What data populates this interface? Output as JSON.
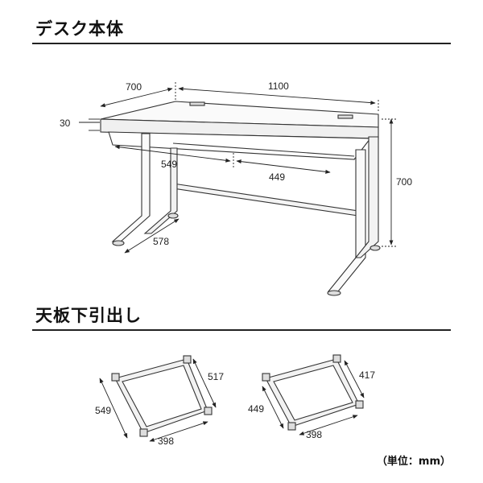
{
  "sections": {
    "desk_title": "デスク本体",
    "drawer_title": "天板下引出し"
  },
  "desk_dims": {
    "depth": "700",
    "width": "1100",
    "top_thickness": "30",
    "height": "700",
    "inner_left": "549",
    "inner_right": "449",
    "leg_depth": "578"
  },
  "drawer_left": {
    "depth": "549",
    "inner_depth": "517",
    "width": "398"
  },
  "drawer_right": {
    "depth": "449",
    "inner_depth": "417",
    "width": "398"
  },
  "unit_label": "（単位：mm）"
}
